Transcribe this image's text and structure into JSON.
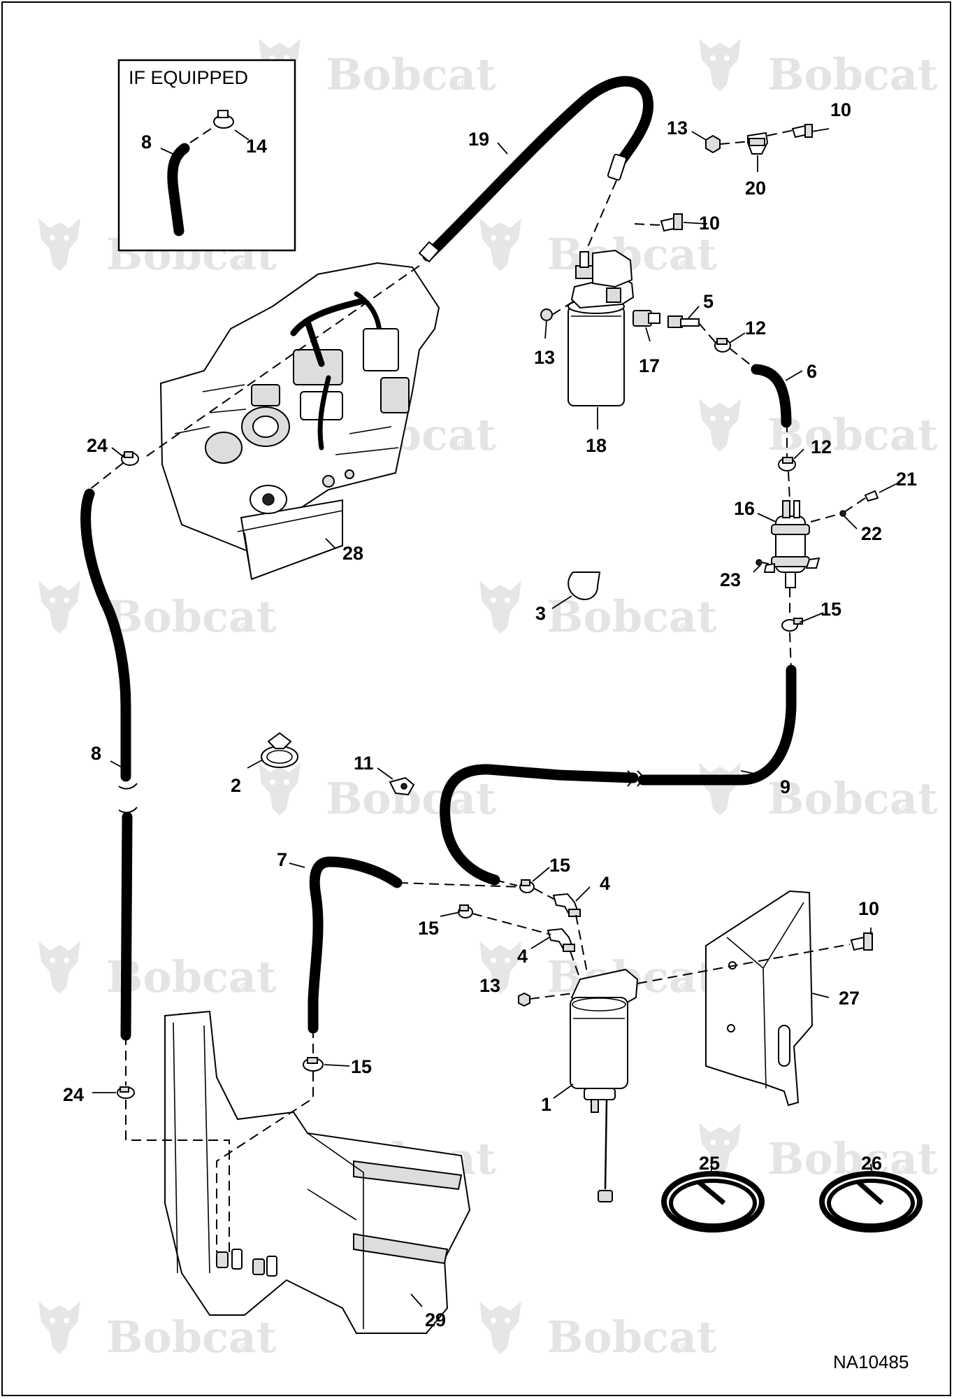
{
  "inset": {
    "title": "IF EQUIPPED"
  },
  "watermark": {
    "brand": "Bobcat",
    "mark": "®"
  },
  "reference": "NA10485",
  "callouts": [
    {
      "id": "c-inset-8",
      "label": "8"
    },
    {
      "id": "c-inset-14",
      "label": "14"
    },
    {
      "id": "c-19",
      "label": "19"
    },
    {
      "id": "c-13-top",
      "label": "13"
    },
    {
      "id": "c-10-top",
      "label": "10"
    },
    {
      "id": "c-20",
      "label": "20"
    },
    {
      "id": "c-10-filter",
      "label": "10"
    },
    {
      "id": "c-5",
      "label": "5"
    },
    {
      "id": "c-13-filter",
      "label": "13"
    },
    {
      "id": "c-17",
      "label": "17"
    },
    {
      "id": "c-12-a",
      "label": "12"
    },
    {
      "id": "c-6",
      "label": "6"
    },
    {
      "id": "c-18",
      "label": "18"
    },
    {
      "id": "c-24-top",
      "label": "24"
    },
    {
      "id": "c-12-b",
      "label": "12"
    },
    {
      "id": "c-21",
      "label": "21"
    },
    {
      "id": "c-16",
      "label": "16"
    },
    {
      "id": "c-22",
      "label": "22"
    },
    {
      "id": "c-28",
      "label": "28"
    },
    {
      "id": "c-23",
      "label": "23"
    },
    {
      "id": "c-15-pump",
      "label": "15"
    },
    {
      "id": "c-3",
      "label": "3"
    },
    {
      "id": "c-8",
      "label": "8"
    },
    {
      "id": "c-11",
      "label": "11"
    },
    {
      "id": "c-9",
      "label": "9"
    },
    {
      "id": "c-2",
      "label": "2"
    },
    {
      "id": "c-7",
      "label": "7"
    },
    {
      "id": "c-15-a",
      "label": "15"
    },
    {
      "id": "c-4-a",
      "label": "4"
    },
    {
      "id": "c-15-b",
      "label": "15"
    },
    {
      "id": "c-10-bracket",
      "label": "10"
    },
    {
      "id": "c-4-b",
      "label": "4"
    },
    {
      "id": "c-13-sep",
      "label": "13"
    },
    {
      "id": "c-27",
      "label": "27"
    },
    {
      "id": "c-15-tank",
      "label": "15"
    },
    {
      "id": "c-24-bottom",
      "label": "24"
    },
    {
      "id": "c-1",
      "label": "1"
    },
    {
      "id": "c-25",
      "label": "25"
    },
    {
      "id": "c-26",
      "label": "26"
    },
    {
      "id": "c-29",
      "label": "29"
    }
  ]
}
